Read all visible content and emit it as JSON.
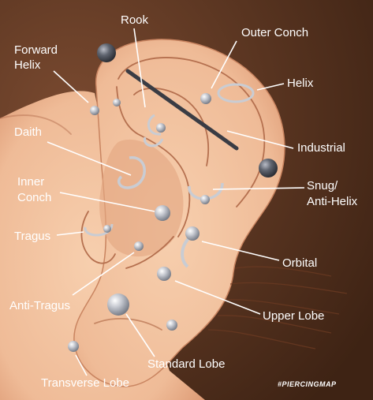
{
  "labels": {
    "forward_helix": [
      "Forward",
      "Helix"
    ],
    "rook": "Rook",
    "outer_conch": "Outer Conch",
    "helix": "Helix",
    "industrial": "Industrial",
    "daith": "Daith",
    "inner_conch": [
      "Inner",
      "Conch"
    ],
    "snug_anti_helix": [
      "Snug/",
      "Anti-Helix"
    ],
    "tragus": "Tragus",
    "orbital": "Orbital",
    "anti_tragus": "Anti-Tragus",
    "upper_lobe": "Upper Lobe",
    "standard_lobe": "Standard Lobe",
    "transverse_lobe": "Transverse Lobe"
  },
  "watermark": "#PIERCINGMAP",
  "colors": {
    "background": "#5a3420",
    "skin": "#f2c29f",
    "skin_shadow": "#dc9c78",
    "jewelry": "#c9ccd3",
    "label_text": "#ffffff"
  }
}
